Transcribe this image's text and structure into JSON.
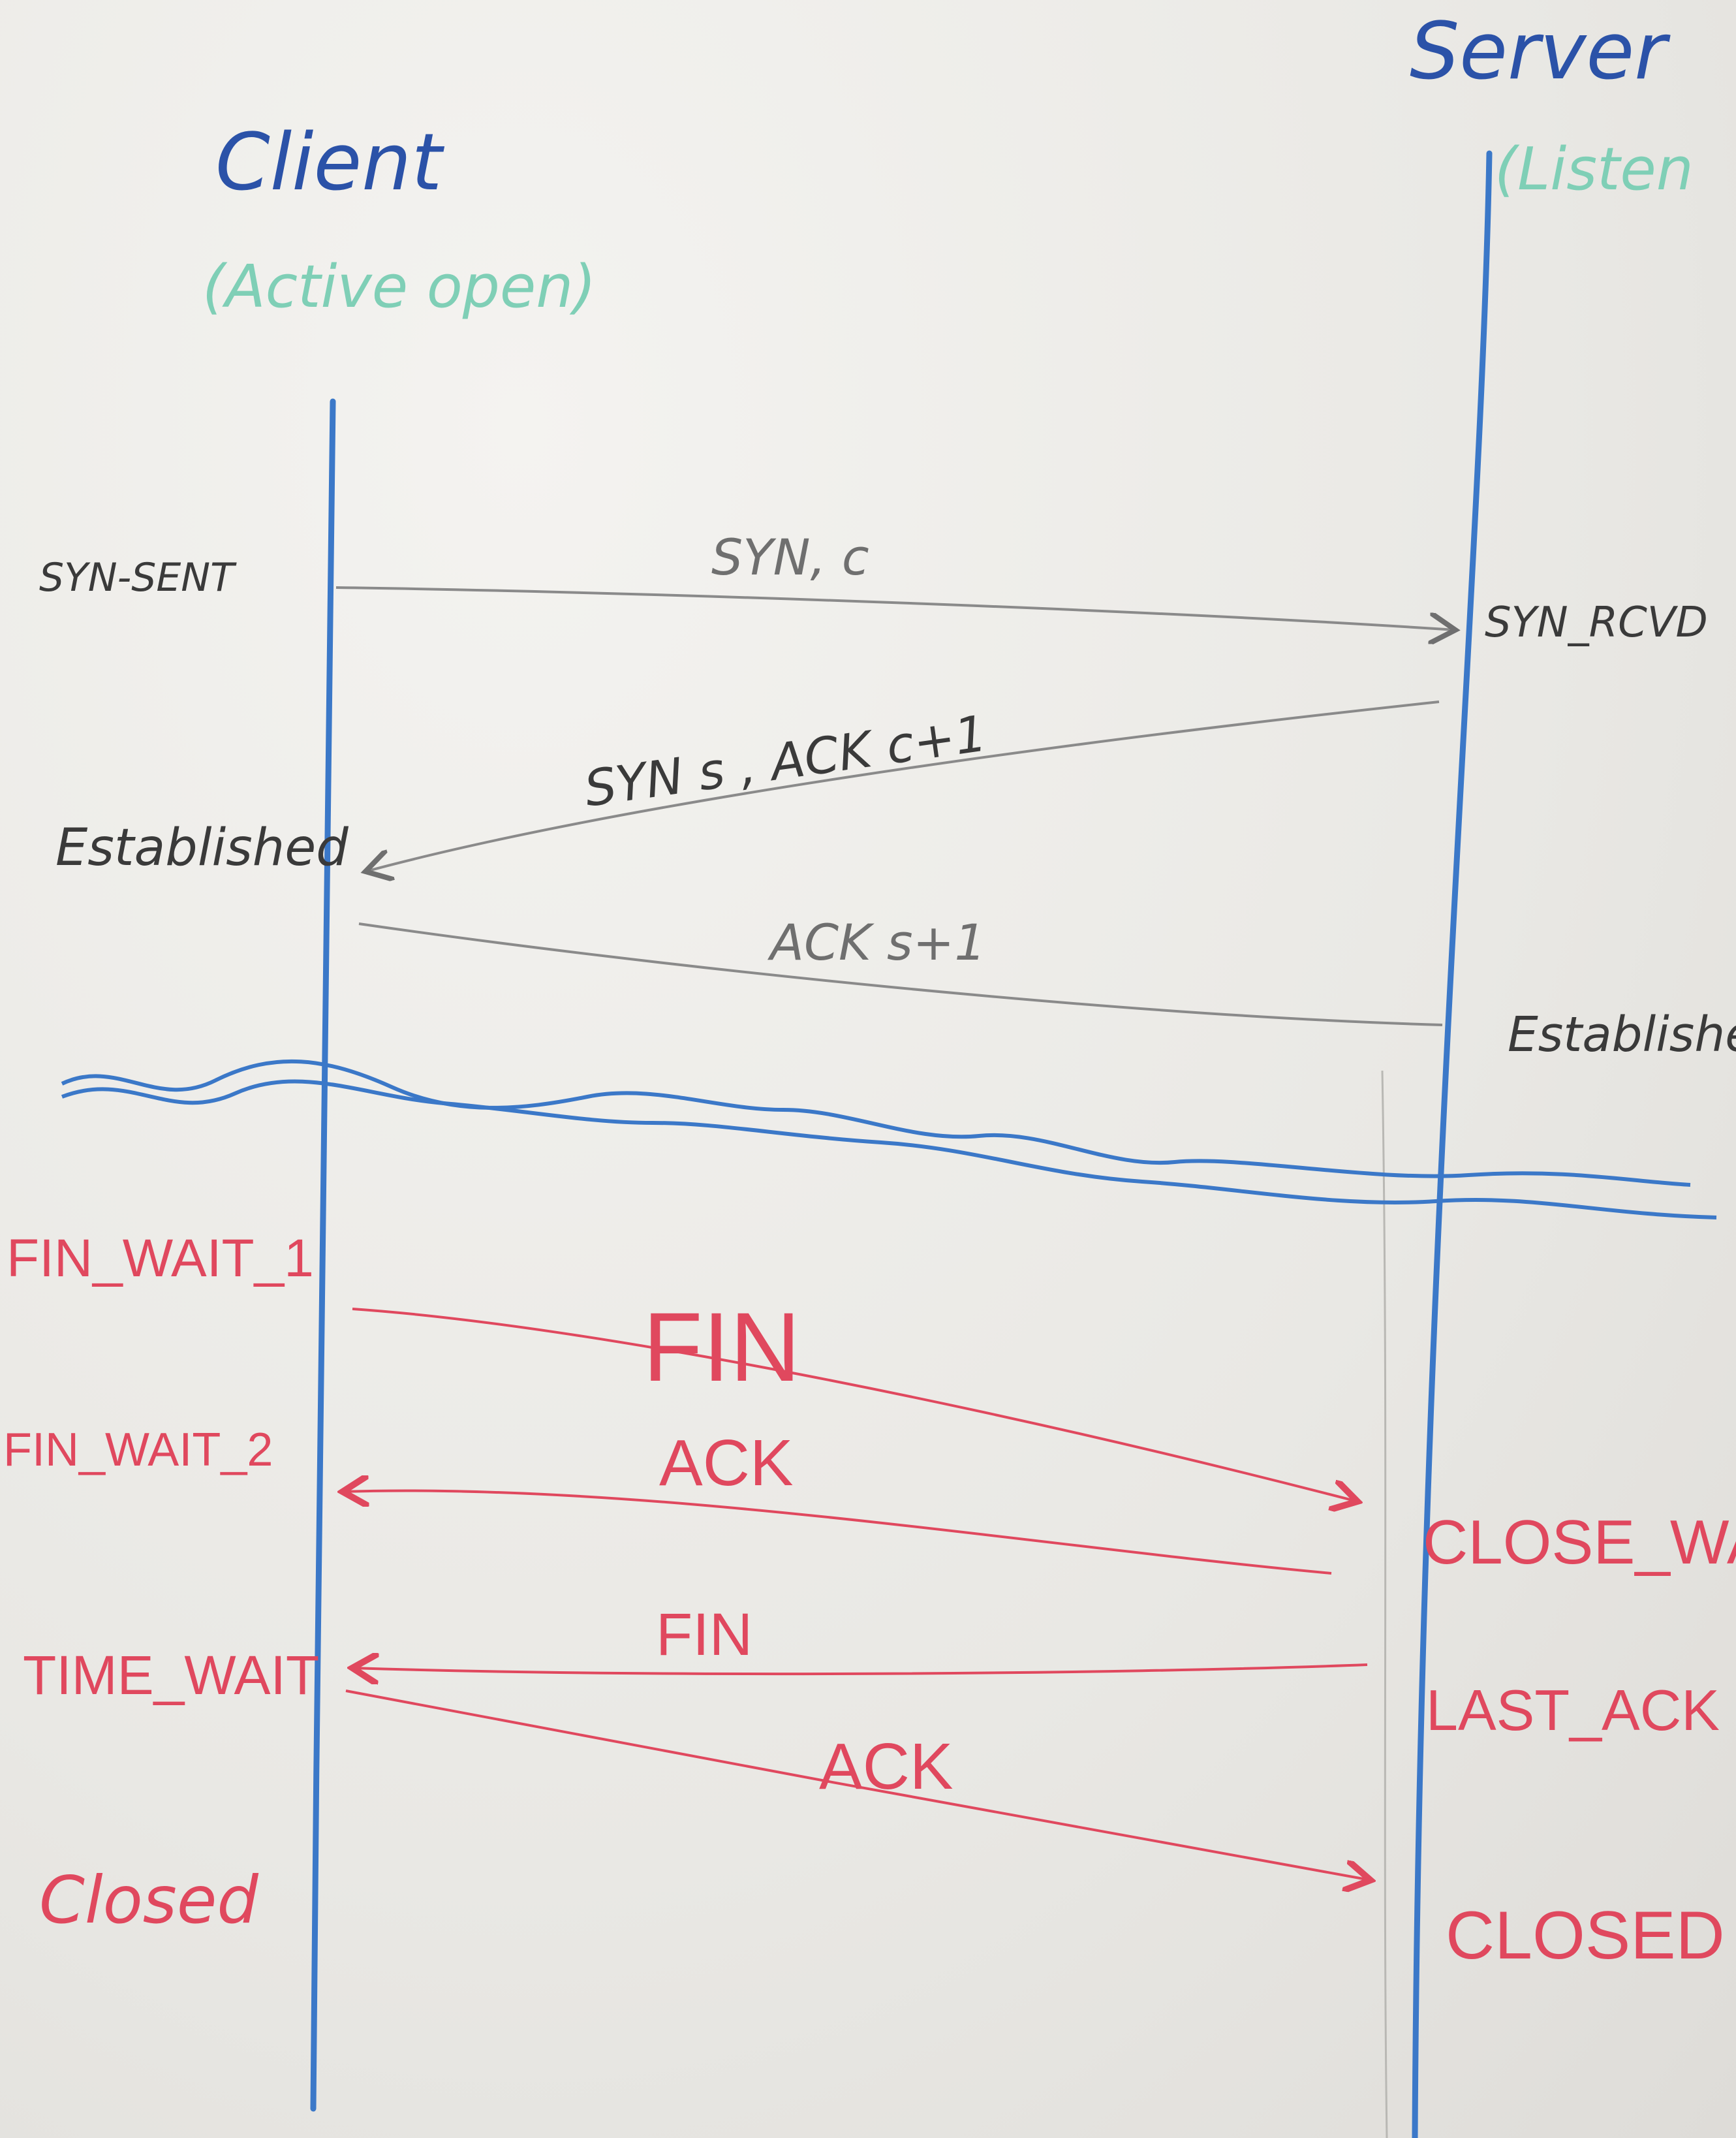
{
  "client": {
    "title": "Client",
    "subtitle": "(Active open)",
    "states": [
      "SYN-SENT",
      "Established",
      "FIN_WAIT_1",
      "FIN_WAIT_2",
      "TIME_WAIT",
      "Closed"
    ]
  },
  "server": {
    "title": "Server",
    "subtitle": "(Listen",
    "states": [
      "SYN_RCVD",
      "Established",
      "CLOSE_WAIT",
      "LAST_ACK",
      "CLOSED"
    ]
  },
  "messages": [
    {
      "label": "SYN, c",
      "direction": "client-to-server",
      "phase": "open"
    },
    {
      "label": "SYN s , ACK c+1",
      "direction": "server-to-client",
      "phase": "open"
    },
    {
      "label": "ACK s+1",
      "direction": "client-to-server",
      "phase": "open"
    },
    {
      "label": "FIN",
      "direction": "client-to-server",
      "phase": "close"
    },
    {
      "label": "ACK",
      "direction": "server-to-client",
      "phase": "close"
    },
    {
      "label": "FIN",
      "direction": "server-to-client",
      "phase": "close"
    },
    {
      "label": "ACK",
      "direction": "client-to-server",
      "phase": "close"
    }
  ],
  "colors": {
    "lifeline": "#3b78c8",
    "handshake_ink": "#3a3a3a",
    "teardown_ink": "#e0485e",
    "annotation_ink": "#7fcfb6",
    "title_ink": "#2b52a8"
  }
}
